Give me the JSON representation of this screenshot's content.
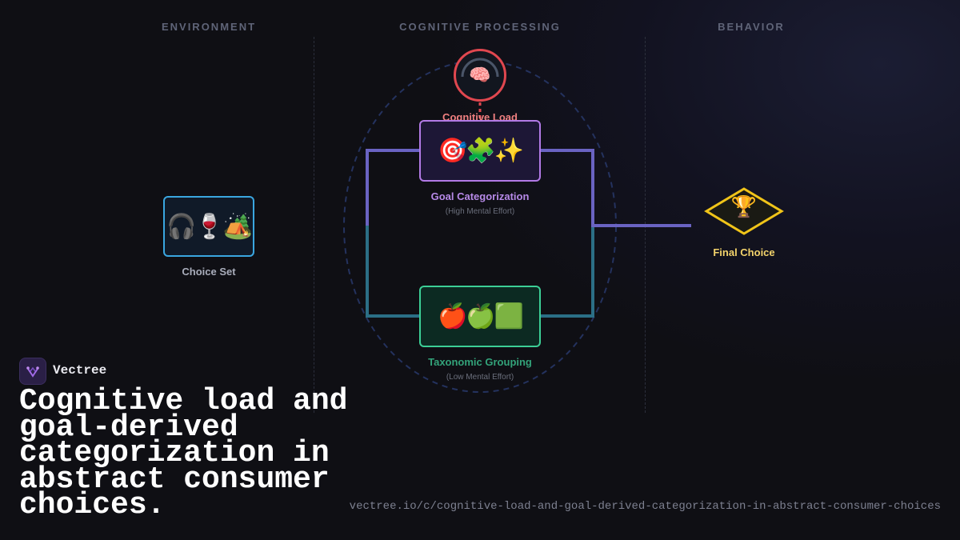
{
  "columns": {
    "environment": "ENVIRONMENT",
    "cognitive": "COGNITIVE PROCESSING",
    "behavior": "BEHAVIOR"
  },
  "nodes": {
    "cognitive_load": {
      "icon": "🧠",
      "label": "Cognitive Load",
      "color": "#e0474f"
    },
    "choice_set": {
      "icons": "🎧🍷🏕️",
      "label": "Choice Set",
      "color": "#3aa6e0"
    },
    "goal": {
      "icons": "🎯🧩✨",
      "label": "Goal Categorization",
      "sub": "(High Mental Effort)",
      "color": "#b27ae6"
    },
    "taxonomic": {
      "icons": "🍎🍏🟩",
      "label": "Taxonomic Grouping",
      "sub": "(Low Mental Effort)",
      "color": "#3ccf96"
    },
    "final": {
      "icon": "🏆",
      "label": "Final Choice",
      "color": "#f0c419"
    }
  },
  "brand": {
    "name": "Vectree",
    "icon": "vectree-logo-icon"
  },
  "title": "Cognitive load and goal-derived categorization in abstract consumer choices.",
  "url": "vectree.io/c/cognitive-load-and-goal-derived-categorization-in-abstract-consumer-choices"
}
